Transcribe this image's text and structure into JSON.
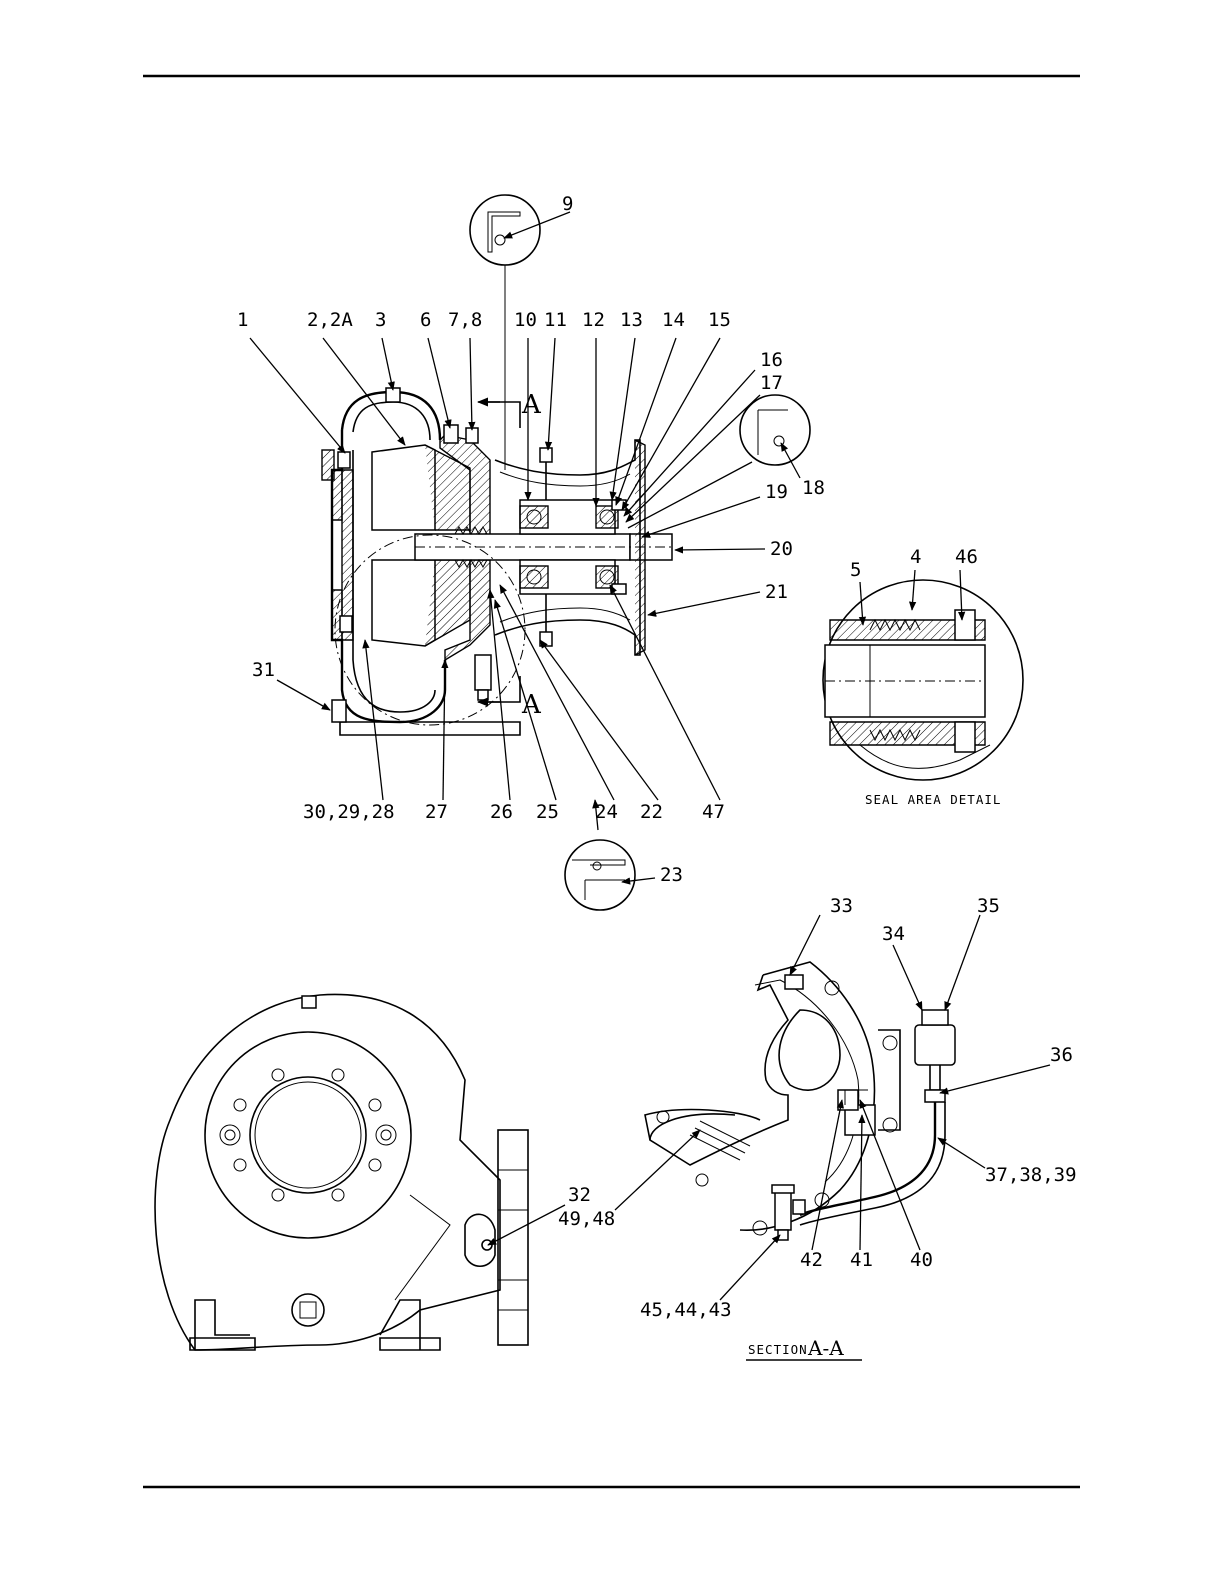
{
  "callouts": {
    "c1": "1",
    "c2": "2,2A",
    "c3": "3",
    "c6": "6",
    "c7": "7,8",
    "c9": "9",
    "c10": "10",
    "c11": "11",
    "c12": "12",
    "c13": "13",
    "c14": "14",
    "c15": "15",
    "c16": "16",
    "c17": "17",
    "c18": "18",
    "c19": "19",
    "c20": "20",
    "c21": "21",
    "c22": "22",
    "c23": "23",
    "c24": "24",
    "c25": "25",
    "c26": "26",
    "c27": "27",
    "c30": "30,29,28",
    "c31": "31",
    "c47": "47",
    "c4": "4",
    "c5": "5",
    "c46": "46",
    "c32": "32",
    "c33": "33",
    "c34": "34",
    "c35": "35",
    "c36": "36",
    "c37": "37,38,39",
    "c40": "40",
    "c41": "41",
    "c42": "42",
    "c45": "45,44,43",
    "c49": "49,48"
  },
  "section_marks": {
    "top": "A",
    "bottom": "A"
  },
  "captions": {
    "seal_detail": "SEAL AREA DETAIL",
    "section_word": "SECTION",
    "section_letters": "A-A"
  }
}
